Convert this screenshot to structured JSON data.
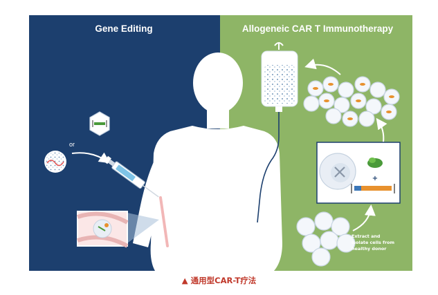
{
  "panels": {
    "left_title": "Gene Editing",
    "right_title": "Allogeneic CAR T Immunotherapy"
  },
  "labels": {
    "or": "or",
    "donor_line1": "Extract and",
    "donor_line2": "isolate cells from",
    "donor_line3": "healthy donor",
    "plus": "+"
  },
  "caption": {
    "marker": "▲",
    "text": "通用型CAR-T疗法"
  },
  "colors": {
    "left_bg": "#1c3f6e",
    "right_bg": "#8eb566",
    "silhouette": "#ffffff",
    "caption": "#c0392b"
  }
}
